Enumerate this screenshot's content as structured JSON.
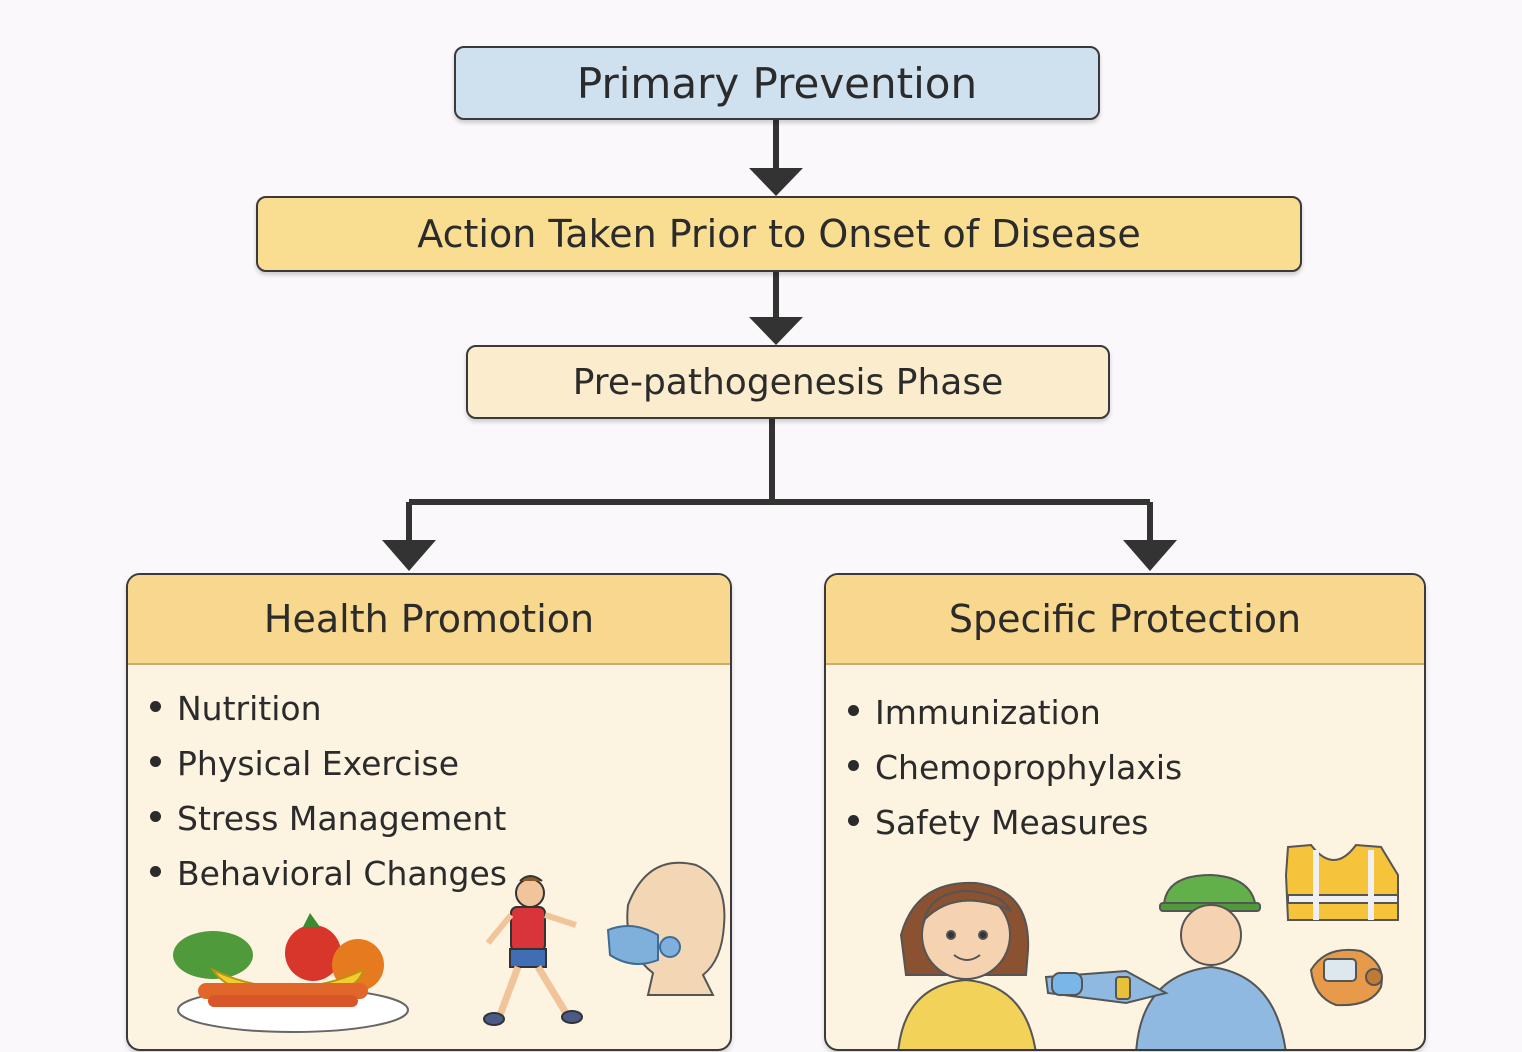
{
  "nodes": {
    "primary": "Primary Prevention",
    "action": "Action Taken Prior to Onset of Disease",
    "pre": "Pre-pathogenesis Phase"
  },
  "health_promotion": {
    "title": "Health Promotion",
    "items": [
      "Nutrition",
      "Physical Exercise",
      "Stress Management",
      "Behavioral Changes"
    ],
    "icons": [
      "fruit-bowl-icon",
      "running-person-icon",
      "head-with-mask-icon"
    ]
  },
  "specific_protection": {
    "title": "Specific Protection",
    "items": [
      "Immunization",
      "Chemoprophylaxis",
      "Safety Measures"
    ],
    "icons": [
      "girl-icon",
      "worker-with-helmet-icon",
      "safety-vest-icon",
      "respirator-mask-icon"
    ]
  },
  "colors": {
    "primary_fill": "#cfe0ef",
    "action_fill": "#f9dd90",
    "pre_fill": "#fbeccd",
    "panel_header": "#f8d88e",
    "panel_body": "#fdf3e1",
    "line": "#333333"
  }
}
